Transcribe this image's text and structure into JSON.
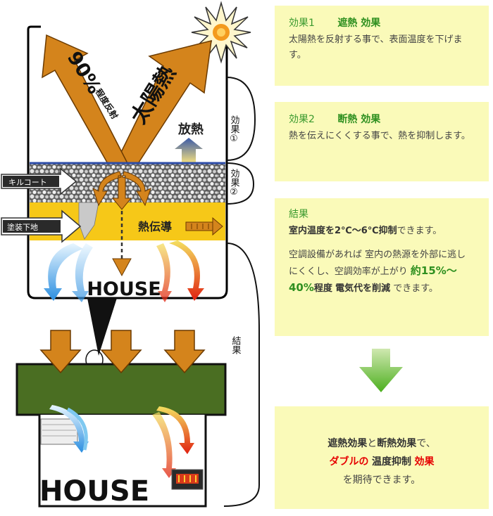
{
  "diagram": {
    "sun_heat": "太陽熱",
    "reflect_pct": "90%",
    "reflect_note": "程度反射",
    "heat_release": "放熱",
    "coating_label": "キルコート",
    "base_label": "塗装下地",
    "heat_conduction": "熱伝導",
    "house_top": "HOUSE",
    "house_bottom": "HOUSE",
    "brace_effect1": "効果①",
    "brace_effect2": "効果②",
    "brace_result": "結果"
  },
  "cards": {
    "effect1": {
      "num": "効果1",
      "title": "遮熱 効果",
      "body": "太陽熱を反射する事で、表面温度を下げます。"
    },
    "effect2": {
      "num": "効果2",
      "title": "断熱 効果",
      "body": "熱を伝えにくくする事で、熱を抑制します。"
    },
    "result": {
      "title": "結果",
      "line1_bold": "室内温度を2℃～6℃抑制",
      "line1_tail": "できます。",
      "para2_a": "空調設備があれば 室内の熱源を外部に逃しにくくし、空調効率が上がり",
      "para2_big": "約15%～40%",
      "para2_b": "程度",
      "para2_c": "電気代を削減",
      "para2_d": " できます。"
    },
    "summary": {
      "w1": "遮熱効果",
      "w2": "と",
      "w3": "断熱効果",
      "w4": "で、",
      "red1": "ダブルの",
      "bold1": "温度抑制",
      "red2": "効果",
      "line3": "を期待できます。"
    }
  },
  "colors": {
    "card_bg": "#fafab9",
    "green_text": "#2f9020",
    "red_text": "#e60000",
    "orange_arrow": "#d4841c",
    "roof_green": "#4a6e22",
    "yellow_layer": "#f6c818"
  },
  "icons": [
    "sun-icon",
    "down-arrow-icon",
    "heater-icon",
    "air-conditioner-icon"
  ]
}
